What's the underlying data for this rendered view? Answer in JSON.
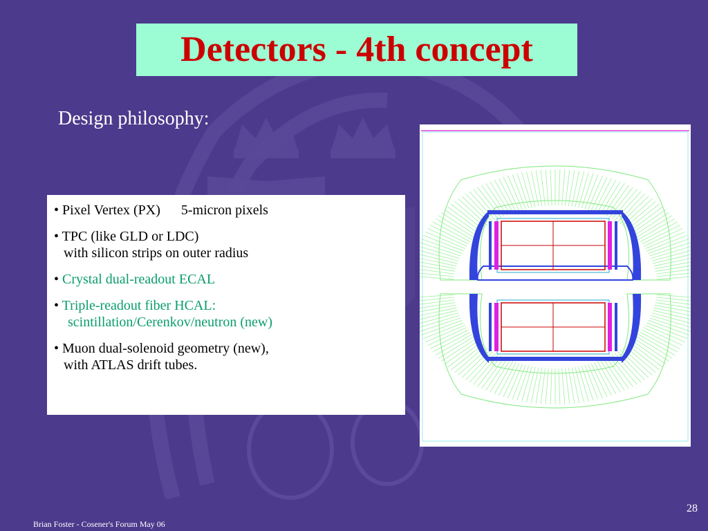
{
  "title": "Detectors - 4th concept",
  "subtitle": "Design philosophy:",
  "bullets": [
    {
      "bullet": "•",
      "text": "Pixel Vertex (PX)",
      "extra": "5-micron pixels"
    },
    {
      "bullet": "•",
      "text": "TPC (like GLD or LDC)",
      "cont": "with silicon strips on outer radius"
    },
    {
      "bullet": "•",
      "text": "Crystal dual-readout ECAL"
    },
    {
      "bullet": "•",
      "text": "Triple-readout fiber HCAL:",
      "cont": "scintillation/Cerenkov/neutron (new)"
    },
    {
      "bullet": "•",
      "text": "Muon dual-solenoid geometry (new),",
      "cont": "with ATLAS drift tubes."
    }
  ],
  "footer": "Brian Foster - Cosener's Forum May 06",
  "page_number": "28",
  "colors": {
    "background": "#4c3a8c",
    "title_box": "#9cfcd4",
    "title_text": "#cc0000",
    "highlight_text": "#0a9e6a"
  }
}
